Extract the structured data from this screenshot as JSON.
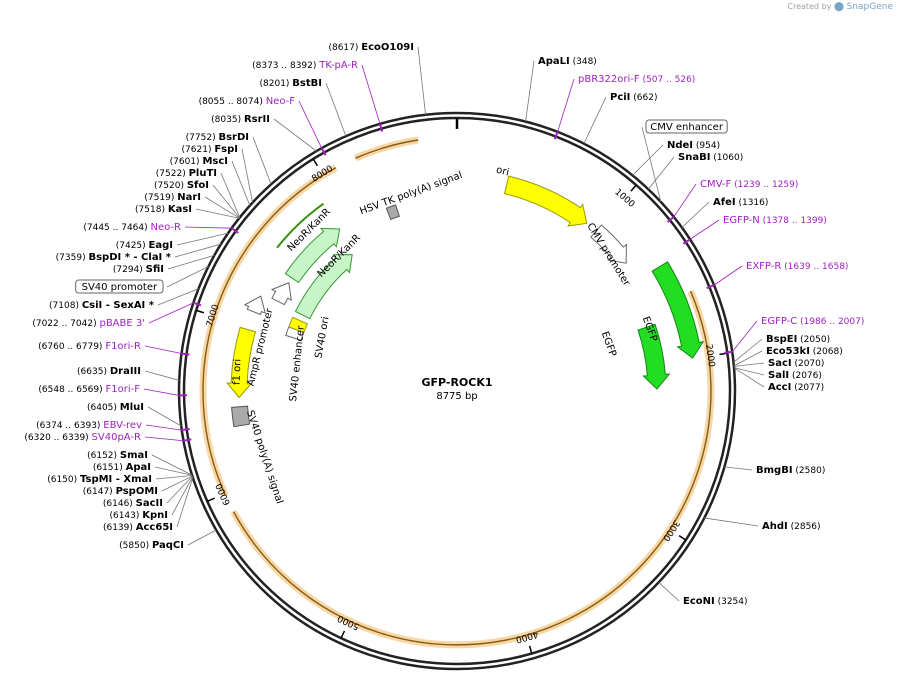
{
  "brand": {
    "prefix": "Created by",
    "name": "SnapGene"
  },
  "plasmid": {
    "name": "GFP-ROCK1",
    "length_label": "8775 bp",
    "length": 8775
  },
  "colors": {
    "yellow": "#ffff00",
    "green": "#22dd22",
    "light_green": "#c8f5c8",
    "dark_green": "#3a8f10",
    "orange": "#e8982a",
    "primer": "#a020c0",
    "gray": "#999999"
  },
  "ticks": [
    {
      "pos": 1000,
      "label": "1000"
    },
    {
      "pos": 2000,
      "label": "2000"
    },
    {
      "pos": 3000,
      "label": "3000"
    },
    {
      "pos": 4000,
      "label": "4000"
    },
    {
      "pos": 5000,
      "label": "5000"
    },
    {
      "pos": 6000,
      "label": "6000"
    },
    {
      "pos": 7000,
      "label": "7000"
    },
    {
      "pos": 8000,
      "label": "8000"
    }
  ],
  "orange_arcs": [
    {
      "start": 1630,
      "end": 5890
    },
    {
      "start": 5990,
      "end": 8080
    },
    {
      "start": 8200,
      "end": 8560
    }
  ],
  "features": [
    {
      "name": "ori",
      "start": 330,
      "end": 920,
      "r": 212,
      "width": 18,
      "fill": "#ffff00",
      "stroke": "#999900",
      "strand": 1
    },
    {
      "name": "CMV promoter",
      "start": 1000,
      "end": 1290,
      "r": 212,
      "width": 16,
      "fill": "#ffffff",
      "stroke": "#666666",
      "strand": 1
    },
    {
      "name": "EGFP",
      "start": 1425,
      "end": 2000,
      "r": 238,
      "width": 18,
      "fill": "#22dd22",
      "stroke": "#118811",
      "strand": 1
    },
    {
      "name": "EGFP",
      "start": 1740,
      "end": 2180,
      "r": 200,
      "width": 18,
      "fill": "#22dd22",
      "stroke": "#118811",
      "strand": 1
    },
    {
      "name": "SV40 poly(A) signal",
      "start": 6360,
      "end": 6480,
      "r": 218,
      "width": 16,
      "fill": "#aaaaaa",
      "stroke": "#555555",
      "strand": 0
    },
    {
      "name": "f1 ori",
      "start": 6540,
      "end": 6980,
      "r": 218,
      "width": 16,
      "fill": "#ffff00",
      "stroke": "#999900",
      "strand": -1
    },
    {
      "name": "AmpR promoter",
      "start": 7100,
      "end": 7210,
      "r": 218,
      "width": 14,
      "fill": "#ffffff",
      "stroke": "#666666",
      "strand": 1
    },
    {
      "name": "AmpR promoter",
      "start": 7230,
      "end": 7380,
      "r": 200,
      "width": 14,
      "fill": "#ffffff",
      "stroke": "#666666",
      "strand": 1
    },
    {
      "name": "SV40 enhancer",
      "start": 7020,
      "end": 7090,
      "r": 172,
      "width": 16,
      "fill": "#ffffff",
      "stroke": "#666666",
      "strand": 0
    },
    {
      "name": "SV40 ori",
      "start": 7090,
      "end": 7170,
      "r": 172,
      "width": 16,
      "fill": "#ffff00",
      "stroke": "#999900",
      "strand": 0
    },
    {
      "name": "NeoR/KanR",
      "start": 7420,
      "end": 7900,
      "r": 200,
      "width": 16,
      "fill": "#c8f5c8",
      "stroke": "#339933",
      "strand": 1
    },
    {
      "name": "NeoR/KanR",
      "start": 7220,
      "end": 7860,
      "r": 172,
      "width": 16,
      "fill": "#c8f5c8",
      "stroke": "#339933",
      "strand": 1
    },
    {
      "name": "HSV TK poly(A) signal",
      "start": 8260,
      "end": 8330,
      "r": 190,
      "width": 12,
      "fill": "#aaaaaa",
      "stroke": "#555555",
      "strand": 0
    }
  ],
  "labels": [
    {
      "name": "EcoO109I",
      "pos_text": "(8617)",
      "type": "enzyme",
      "side": "left"
    },
    {
      "name": "TK-pA-R",
      "pos_text": "(8373 .. 8392)",
      "type": "primer",
      "side": "left"
    },
    {
      "name": "BstBI",
      "pos_text": "(8201)",
      "type": "enzyme",
      "side": "left"
    },
    {
      "name": "Neo-F",
      "pos_text": "(8055 .. 8074)",
      "type": "primer",
      "side": "left"
    },
    {
      "name": "RsrII",
      "pos_text": "(8035)",
      "type": "enzyme",
      "side": "left"
    },
    {
      "name": "BsrDI",
      "pos_text": "(7752)",
      "type": "enzyme",
      "side": "left"
    },
    {
      "name": "FspI",
      "pos_text": "(7621)",
      "type": "enzyme",
      "side": "left"
    },
    {
      "name": "MscI",
      "pos_text": "(7601)",
      "type": "enzyme",
      "side": "left"
    },
    {
      "name": "PluTI",
      "pos_text": "(7522)",
      "type": "enzyme",
      "side": "left"
    },
    {
      "name": "SfoI",
      "pos_text": "(7520)",
      "type": "enzyme",
      "side": "left"
    },
    {
      "name": "NarI",
      "pos_text": "(7519)",
      "type": "enzyme",
      "side": "left"
    },
    {
      "name": "KasI",
      "pos_text": "(7518)",
      "type": "enzyme",
      "side": "left"
    },
    {
      "name": "Neo-R",
      "pos_text": "(7445 .. 7464)",
      "type": "primer",
      "side": "left"
    },
    {
      "name": "EagI",
      "pos_text": "(7425)",
      "type": "enzyme",
      "side": "left"
    },
    {
      "name": "BspDI * - ClaI *",
      "pos_text": "(7359)",
      "type": "enzyme",
      "side": "left"
    },
    {
      "name": "SfiI",
      "pos_text": "(7294)",
      "type": "enzyme",
      "side": "left"
    },
    {
      "name": "SV40 promoter",
      "pos_text": "",
      "type": "boxed",
      "side": "left"
    },
    {
      "name": "CsiI - SexAI *",
      "pos_text": "(7108)",
      "type": "enzyme",
      "side": "left"
    },
    {
      "name": "pBABE 3'",
      "pos_text": "(7022 .. 7042)",
      "type": "primer",
      "side": "left"
    },
    {
      "name": "F1ori-R",
      "pos_text": "(6760 .. 6779)",
      "type": "primer",
      "side": "left"
    },
    {
      "name": "DraIII",
      "pos_text": "(6635)",
      "type": "enzyme",
      "side": "left"
    },
    {
      "name": "F1ori-F",
      "pos_text": "(6548 .. 6569)",
      "type": "primer",
      "side": "left"
    },
    {
      "name": "MluI",
      "pos_text": "(6405)",
      "type": "enzyme",
      "side": "left"
    },
    {
      "name": "EBV-rev",
      "pos_text": "(6374 .. 6393)",
      "type": "primer",
      "side": "left"
    },
    {
      "name": "SV40pA-R",
      "pos_text": "(6320 .. 6339)",
      "type": "primer",
      "side": "left"
    },
    {
      "name": "SmaI",
      "pos_text": "(6152)",
      "type": "enzyme",
      "side": "left"
    },
    {
      "name": "ApaI",
      "pos_text": "(6151)",
      "type": "enzyme",
      "side": "left"
    },
    {
      "name": "TspMI - XmaI",
      "pos_text": "(6150)",
      "type": "enzyme",
      "side": "left"
    },
    {
      "name": "PspOMI",
      "pos_text": "(6147)",
      "type": "enzyme",
      "side": "left"
    },
    {
      "name": "SacII",
      "pos_text": "(6146)",
      "type": "enzyme",
      "side": "left"
    },
    {
      "name": "KpnI",
      "pos_text": "(6143)",
      "type": "enzyme",
      "side": "left"
    },
    {
      "name": "Acc65I",
      "pos_text": "(6139)",
      "type": "enzyme",
      "side": "left"
    },
    {
      "name": "PaqCI",
      "pos_text": "(5850)",
      "type": "enzyme",
      "side": "left"
    },
    {
      "name": "ApaLI",
      "pos_text": "(348)",
      "type": "enzyme",
      "side": "right"
    },
    {
      "name": "pBR322ori-F",
      "pos_text": "(507 .. 526)",
      "type": "primer",
      "side": "right"
    },
    {
      "name": "PciI",
      "pos_text": "(662)",
      "type": "enzyme",
      "side": "right"
    },
    {
      "name": "CMV enhancer",
      "pos_text": "",
      "type": "boxed",
      "side": "right"
    },
    {
      "name": "NdeI",
      "pos_text": "(954)",
      "type": "enzyme",
      "side": "right"
    },
    {
      "name": "SnaBI",
      "pos_text": "(1060)",
      "type": "enzyme",
      "side": "right"
    },
    {
      "name": "CMV-F",
      "pos_text": "(1239 .. 1259)",
      "type": "primer",
      "side": "right"
    },
    {
      "name": "AfeI",
      "pos_text": "(1316)",
      "type": "enzyme",
      "side": "right"
    },
    {
      "name": "EGFP-N",
      "pos_text": "(1378 .. 1399)",
      "type": "primer",
      "side": "right"
    },
    {
      "name": "EXFP-R",
      "pos_text": "(1639 .. 1658)",
      "type": "primer",
      "side": "right"
    },
    {
      "name": "EGFP-C",
      "pos_text": "(1986 .. 2007)",
      "type": "primer",
      "side": "right"
    },
    {
      "name": "BspEI",
      "pos_text": "(2050)",
      "type": "enzyme",
      "side": "right"
    },
    {
      "name": "Eco53kI",
      "pos_text": "(2068)",
      "type": "enzyme",
      "side": "right"
    },
    {
      "name": "SacI",
      "pos_text": "(2070)",
      "type": "enzyme",
      "side": "right"
    },
    {
      "name": "SalI",
      "pos_text": "(2076)",
      "type": "enzyme",
      "side": "right"
    },
    {
      "name": "AccI",
      "pos_text": "(2077)",
      "type": "enzyme",
      "side": "right"
    },
    {
      "name": "BmgBI",
      "pos_text": "(2580)",
      "type": "enzyme",
      "side": "right"
    },
    {
      "name": "AhdI",
      "pos_text": "(2856)",
      "type": "enzyme",
      "side": "right"
    },
    {
      "name": "EcoNI",
      "pos_text": "(3254)",
      "type": "enzyme",
      "side": "right"
    }
  ]
}
